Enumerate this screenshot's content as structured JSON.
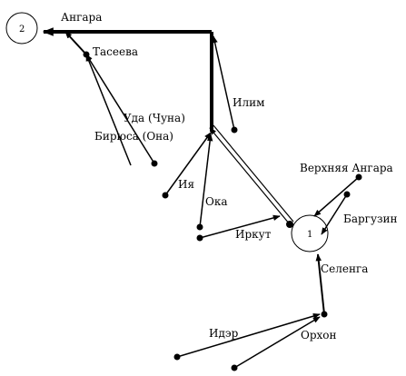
{
  "nodes": {
    "node2": "2",
    "node1": "1"
  },
  "labels": {
    "angara": "Ангара",
    "taseeva": "Тасеева",
    "ilim": "Илим",
    "uda": "Уда (Чуна)",
    "biryusa": "Бирюса (Она)",
    "iya": "Ия",
    "oka": "Ока",
    "irkut": "Иркут",
    "upper_angara": "Верхняя Ангара",
    "barguzin": "Баргузин",
    "selenga": "Селенга",
    "ider": "Идэр",
    "orkhon": "Орхон"
  },
  "colors": {
    "line": "#000000",
    "background": "#ffffff"
  }
}
